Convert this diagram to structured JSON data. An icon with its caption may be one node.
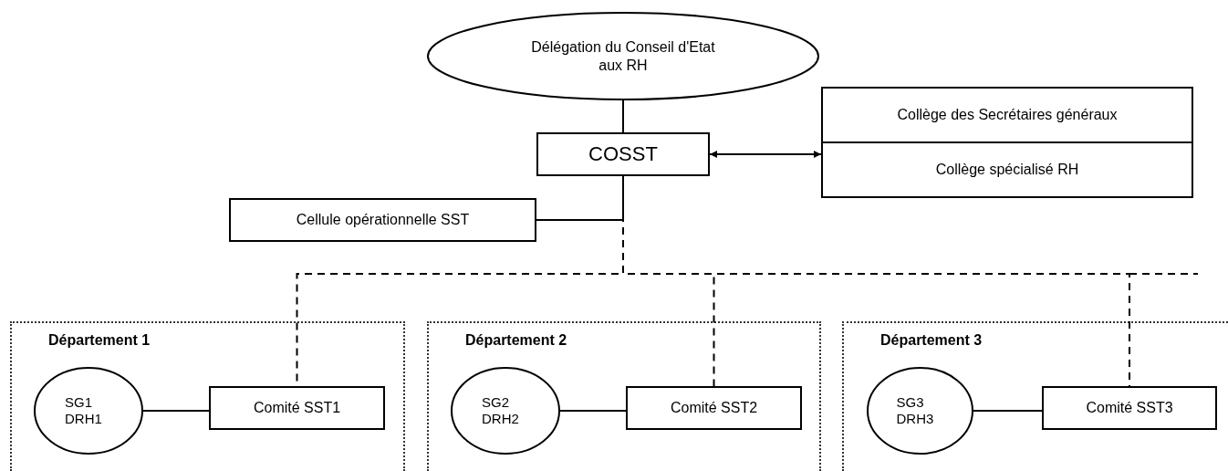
{
  "diagram": {
    "nodes": [
      {
        "text": [
          "Délégation du Conseil d'Etat aux RH"
        ]
      },
      {
        "text": [
          "COSST"
        ]
      },
      {
        "text": [
          "Collège des Secrétaires généraux",
          "Collège spécialisé RH"
        ]
      },
      {
        "text": [
          "Cellule opérationnelle SST"
        ]
      },
      {
        "text": [
          "Département 1"
        ]
      },
      {
        "text": [
          "SG1 DRH1"
        ],
        "in": 4
      },
      {
        "text": [
          "Comité SST1"
        ],
        "in": 4
      },
      {
        "text": [
          "Département 2"
        ]
      },
      {
        "text": [
          "SG2 DRH2"
        ],
        "in": 7
      },
      {
        "text": [
          "Comité SST2"
        ],
        "in": 7
      },
      {
        "text": [
          "Département 3"
        ]
      },
      {
        "text": [
          "SG3 DRH3"
        ],
        "in": 10
      },
      {
        "text": [
          "Comité SST3"
        ],
        "in": 10
      }
    ],
    "edges": [
      {
        "from": 0,
        "to": 1,
        "arrow": "none"
      },
      {
        "from": 1,
        "to": 2,
        "arrow": "both"
      },
      {
        "from": 1,
        "to": 3,
        "arrow": "none"
      },
      {
        "from": 1,
        "to": 6,
        "arrow": "none",
        "style": "dashed"
      },
      {
        "from": 1,
        "to": 9,
        "arrow": "none",
        "style": "dashed"
      },
      {
        "from": 1,
        "to": 12,
        "arrow": "none",
        "style": "dashed"
      },
      {
        "from": 5,
        "to": 6,
        "arrow": "none"
      },
      {
        "from": 8,
        "to": 9,
        "arrow": "none"
      },
      {
        "from": 11,
        "to": 12,
        "arrow": "none"
      }
    ]
  }
}
